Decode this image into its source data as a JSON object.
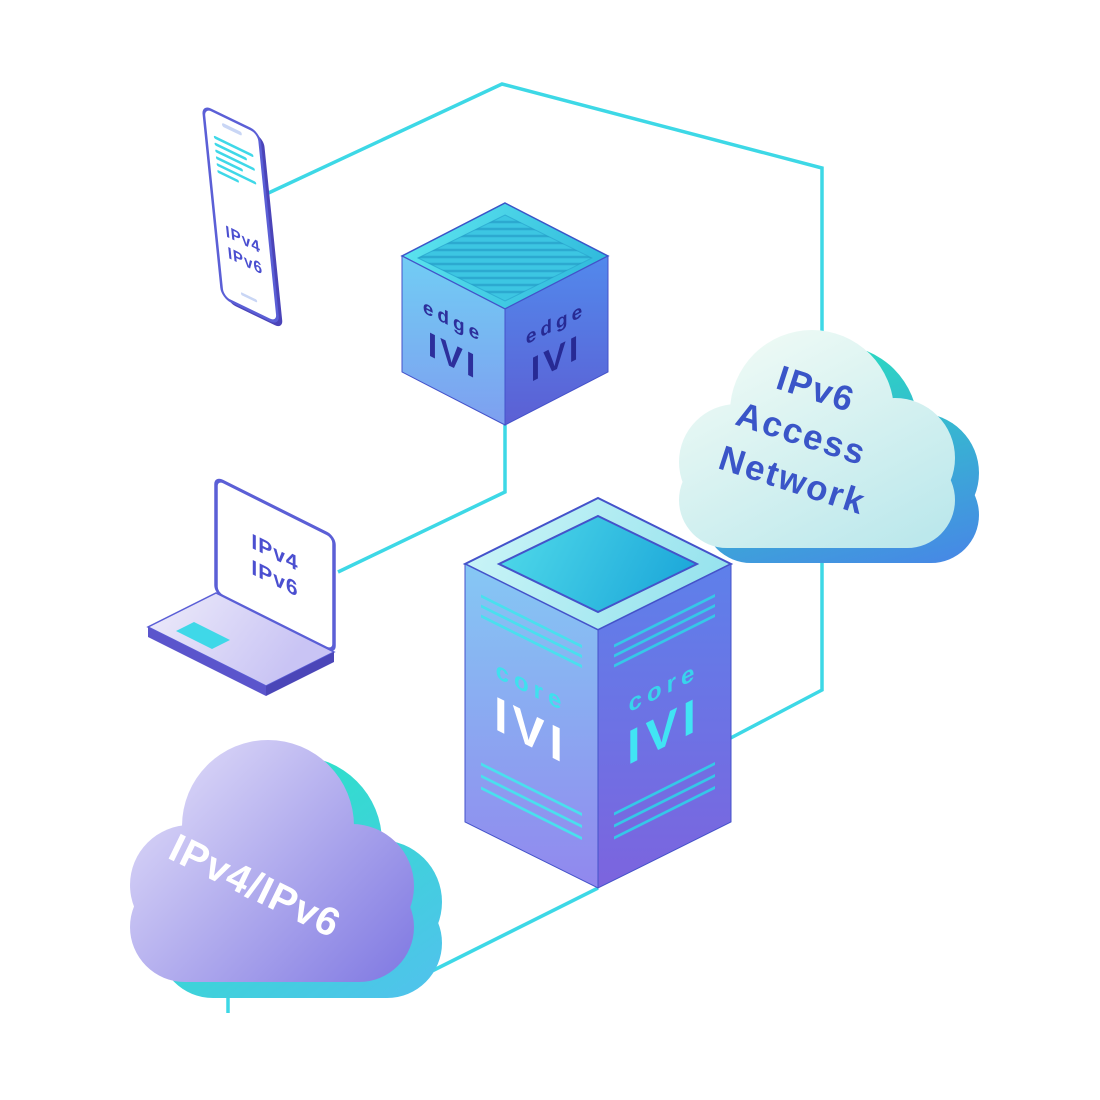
{
  "palette": {
    "line_cyan": "#3DD8E6",
    "indigo_text": "#3A55C8",
    "purple_outline": "#5B5FD6",
    "cyan_accent": "#3FD8E8",
    "cube_face_light": "#71CDF4",
    "cube_face_dark": "#5A5ED2",
    "cloud_mint": "#EEFAF5",
    "cloud_lavender": "#8079E2",
    "shadow_teal": "#2EE0CA",
    "shadow_blue": "#4A7EEA"
  },
  "phone": {
    "label_line1": "IPv4",
    "label_line2": "IPv6"
  },
  "laptop": {
    "label_line1": "IPv4",
    "label_line2": "IPv6"
  },
  "edge_box": {
    "left_face": {
      "title": "edge",
      "subtitle": "IVI"
    },
    "right_face": {
      "title": "edge",
      "subtitle": "IVI"
    }
  },
  "core_box": {
    "left_face": {
      "title": "core",
      "subtitle": "IVI"
    },
    "right_face": {
      "title": "core",
      "subtitle": "IVI"
    }
  },
  "access_cloud": {
    "line1": "IPv6",
    "line2": "Access",
    "line3": "Network"
  },
  "dual_stack_cloud": {
    "label": "IPv4/IPv6"
  }
}
